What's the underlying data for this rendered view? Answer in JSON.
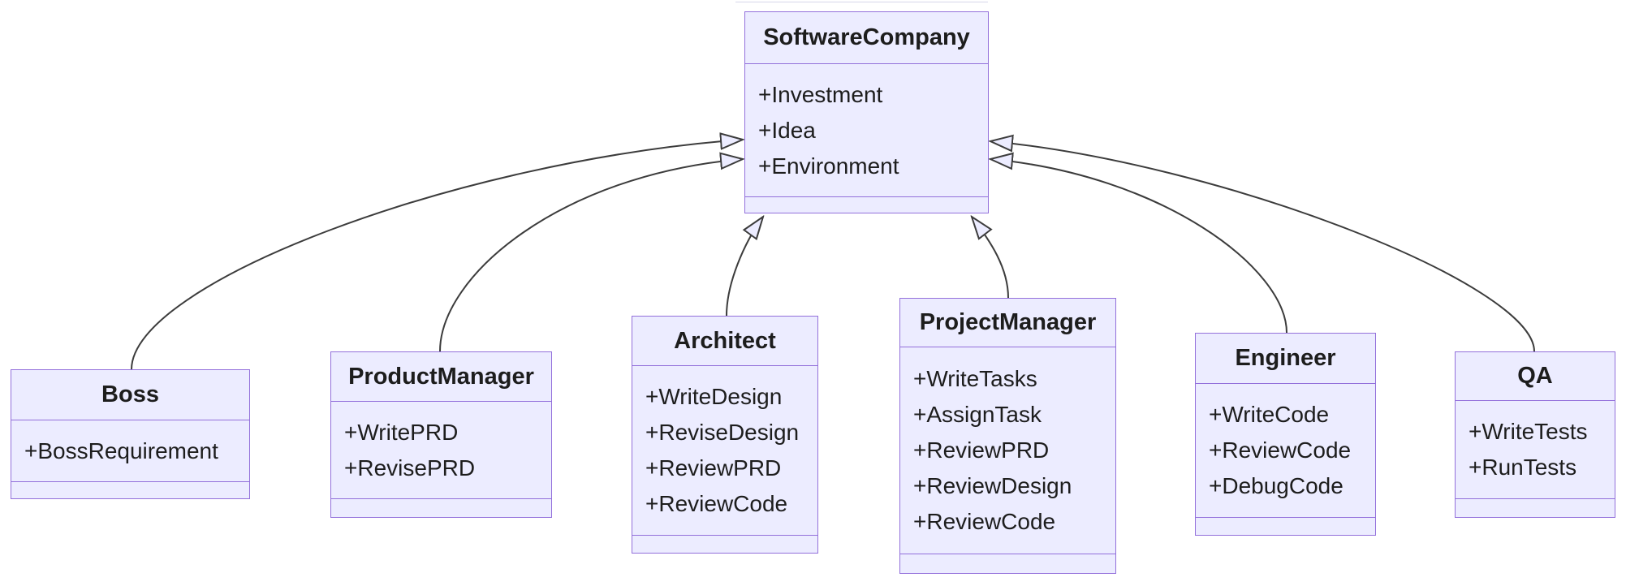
{
  "diagram": {
    "type": "uml-class-diagram",
    "background": "#ffffff",
    "colors": {
      "node_fill": "#ECECFF",
      "node_border": "#9370DB",
      "text": "#1d1d1d",
      "edge_line": "#3c3c3c",
      "arrowhead_fill": "#ECECFF"
    },
    "classes": [
      {
        "name": "SoftwareCompany",
        "attributes": [
          "+Investment",
          "+Idea",
          "+Environment"
        ],
        "methods": []
      },
      {
        "name": "Boss",
        "attributes": [
          "+BossRequirement"
        ],
        "methods": []
      },
      {
        "name": "ProductManager",
        "attributes": [
          "+WritePRD",
          "+RevisePRD"
        ],
        "methods": []
      },
      {
        "name": "Architect",
        "attributes": [
          "+WriteDesign",
          "+ReviseDesign",
          "+ReviewPRD",
          "+ReviewCode"
        ],
        "methods": []
      },
      {
        "name": "ProjectManager",
        "attributes": [
          "+WriteTasks",
          "+AssignTask",
          "+ReviewPRD",
          "+ReviewDesign",
          "+ReviewCode"
        ],
        "methods": []
      },
      {
        "name": "Engineer",
        "attributes": [
          "+WriteCode",
          "+ReviewCode",
          "+DebugCode"
        ],
        "methods": []
      },
      {
        "name": "QA",
        "attributes": [
          "+WriteTests",
          "+RunTests"
        ],
        "methods": []
      }
    ],
    "relations": [
      {
        "from": "Boss",
        "to": "SoftwareCompany",
        "type": "inheritance"
      },
      {
        "from": "ProductManager",
        "to": "SoftwareCompany",
        "type": "inheritance"
      },
      {
        "from": "Architect",
        "to": "SoftwareCompany",
        "type": "inheritance"
      },
      {
        "from": "ProjectManager",
        "to": "SoftwareCompany",
        "type": "inheritance"
      },
      {
        "from": "Engineer",
        "to": "SoftwareCompany",
        "type": "inheritance"
      },
      {
        "from": "QA",
        "to": "SoftwareCompany",
        "type": "inheritance"
      }
    ]
  }
}
